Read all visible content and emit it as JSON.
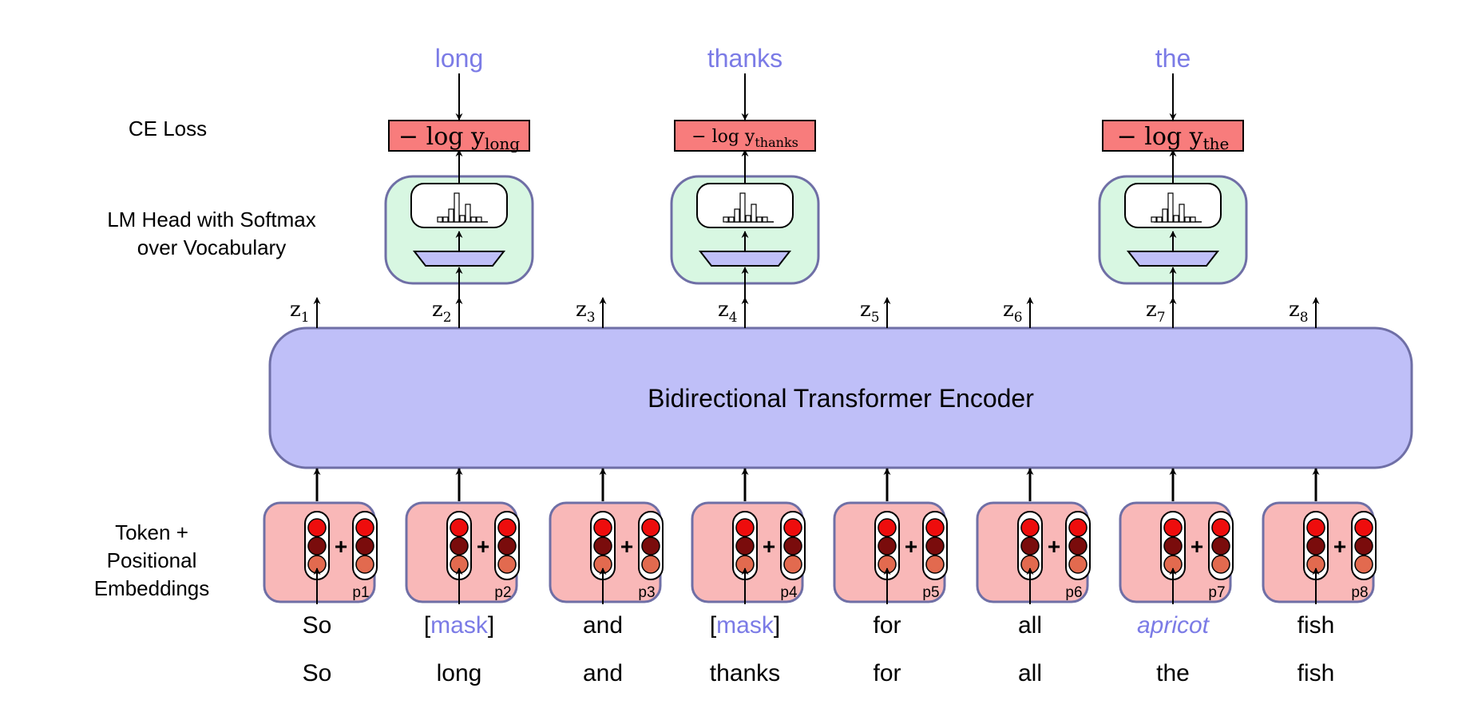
{
  "side_labels": {
    "ce_loss": "CE Loss",
    "lm_head_line1": "LM Head with Softmax",
    "lm_head_line2": "over Vocabulary",
    "embeddings_line1": "Token +",
    "embeddings_line2": "Positional",
    "embeddings_line3": "Embeddings"
  },
  "encoder": {
    "label": "Bidirectional Transformer Encoder"
  },
  "predicted_tokens": [
    {
      "word": "long",
      "loss_prefix": "− log y",
      "loss_sub": "long"
    },
    {
      "word": "thanks",
      "loss_prefix": "− log y",
      "loss_sub": "thanks"
    },
    {
      "word": "the",
      "loss_prefix": "− log y",
      "loss_sub": "the"
    }
  ],
  "outputs": [
    {
      "symbol": "z",
      "sub": "1"
    },
    {
      "symbol": "z",
      "sub": "2"
    },
    {
      "symbol": "z",
      "sub": "3"
    },
    {
      "symbol": "z",
      "sub": "4"
    },
    {
      "symbol": "z",
      "sub": "5"
    },
    {
      "symbol": "z",
      "sub": "6"
    },
    {
      "symbol": "z",
      "sub": "7"
    },
    {
      "symbol": "z",
      "sub": "8"
    }
  ],
  "positions": [
    "p1",
    "p2",
    "p3",
    "p4",
    "p5",
    "p6",
    "p7",
    "p8"
  ],
  "plus_sign": "+",
  "input_tokens": [
    {
      "open": "",
      "word": "So",
      "close": "",
      "style": "plain"
    },
    {
      "open": "[",
      "word": "mask",
      "close": "]",
      "style": "mask"
    },
    {
      "open": "",
      "word": "and",
      "close": "",
      "style": "plain"
    },
    {
      "open": "[",
      "word": "mask",
      "close": "]",
      "style": "mask"
    },
    {
      "open": "",
      "word": "for",
      "close": "",
      "style": "plain"
    },
    {
      "open": "",
      "word": "all",
      "close": "",
      "style": "plain"
    },
    {
      "open": "",
      "word": "apricot",
      "close": "",
      "style": "italic"
    },
    {
      "open": "",
      "word": "fish",
      "close": "",
      "style": "plain"
    }
  ],
  "original_tokens": [
    "So",
    "long",
    "and",
    "thanks",
    "for",
    "all",
    "the",
    "fish"
  ],
  "colors": {
    "encoder_fill": "#bfbff8",
    "encoder_stroke": "#6f6fa6",
    "embed_fill": "#f9b8b8",
    "embed_stroke": "#6f6fa6",
    "head_fill": "#d8f7e2",
    "loss_fill": "#f87c7c",
    "accent_blue": "#7b7be6",
    "circle_red": "#ee0d0d",
    "circle_dark": "#7a0c0c",
    "circle_light": "#e26a4f"
  }
}
